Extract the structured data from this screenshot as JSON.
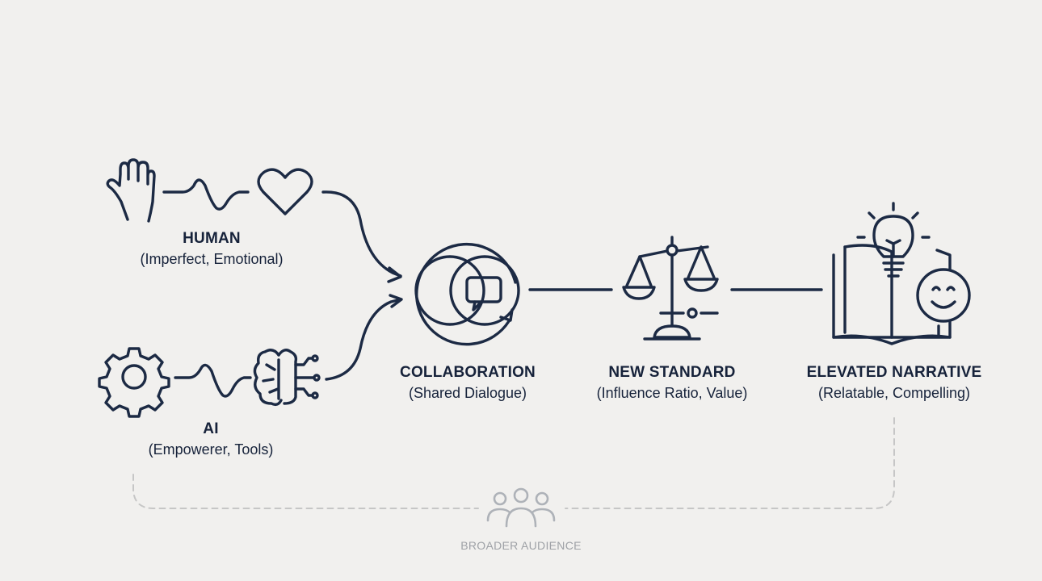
{
  "nodes": {
    "human": {
      "title": "HUMAN",
      "subtitle": "(Imperfect, Emotional)"
    },
    "ai": {
      "title": "AI",
      "subtitle": "(Empowerer, Tools)"
    },
    "collaboration": {
      "title": "COLLABORATION",
      "subtitle": "(Shared Dialogue)"
    },
    "new_standard": {
      "title": "NEW STANDARD",
      "subtitle": "(Influence Ratio, Value)"
    },
    "elevated_narrative": {
      "title": "ELEVATED NARRATIVE",
      "subtitle": "(Relatable, Compelling)"
    }
  },
  "audience": {
    "label": "BROADER AUDIENCE"
  },
  "icons": {
    "human": [
      "hand-icon",
      "wave-icon",
      "heart-icon"
    ],
    "ai": [
      "gear-icon",
      "wave-icon",
      "circuit-brain-icon"
    ],
    "collaboration": "overlapping-circles-chat-icon",
    "new_standard": "balance-scale-icon",
    "elevated_narrative": "book-lightbulb-smiley-icon",
    "audience": "people-group-icon"
  },
  "colors": {
    "ink": "#1c2a44",
    "background": "#f1f0ee",
    "muted": "#9ea1a6",
    "dashed": "#c6c6c6"
  }
}
